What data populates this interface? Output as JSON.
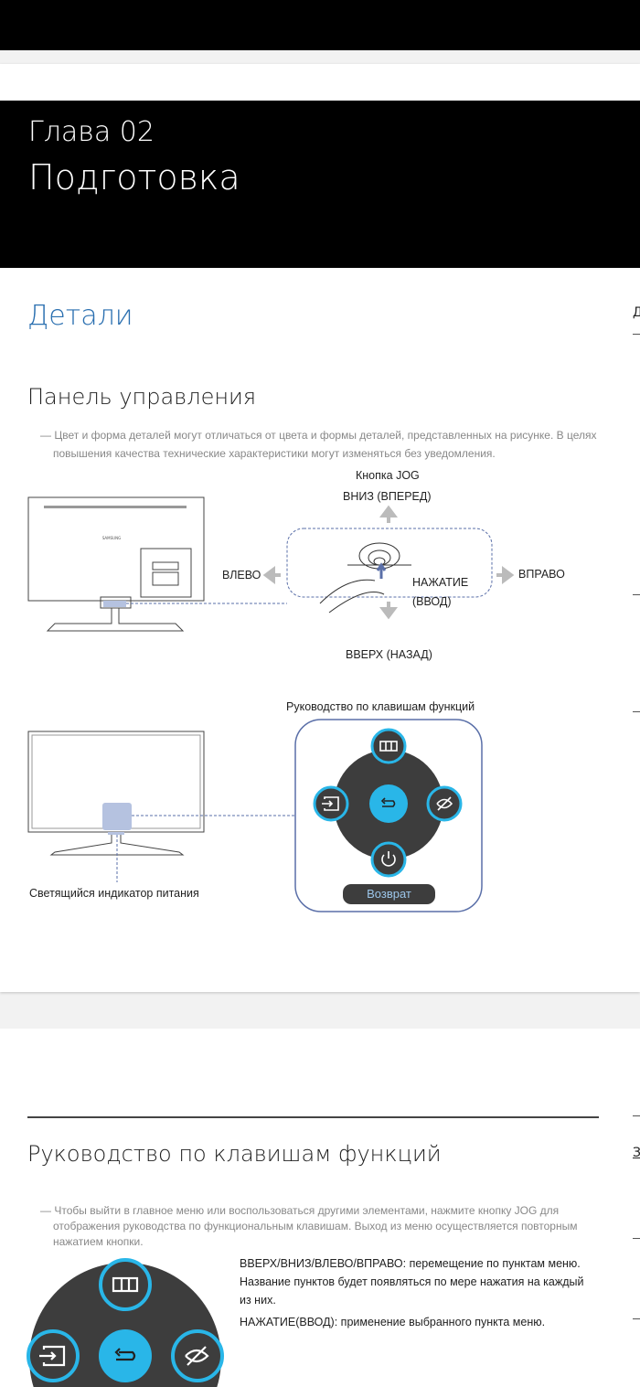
{
  "chapter": {
    "number": "Глава 02",
    "title": "Подготовка"
  },
  "section": {
    "title": "Детали"
  },
  "control_panel": {
    "title": "Панель управления",
    "note": "Цвет и форма деталей могут отличаться от цвета и формы деталей, представленных на рисунке. В целях повышения качества технические характеристики могут изменяться без уведомления.",
    "jog_label": "Кнопка JOG",
    "up_label": "ВНИЗ (ВПЕРЕД)",
    "down_label": "ВВЕРХ (НАЗАД)",
    "left_label": "ВЛЕВО",
    "right_label": "ВПРАВО",
    "press_label_1": "НАЖАТИЕ",
    "press_label_2": "(ВВОД)",
    "brand": "SAMSUNG",
    "guide_label": "Руководство по клавишам функций",
    "return_label": "Возврат",
    "power_led_label": "Светящийся индикатор питания"
  },
  "function_guide": {
    "title": "Руководство по клавишам функций",
    "note": "Чтобы выйти в главное меню или воспользоваться другими элементами, нажмите кнопку JOG для отображения руководства по функциональным клавишам. Выход из меню осуществляется повторным нажатием кнопки.",
    "para1": "ВВЕРХ/ВНИЗ/ВЛЕВО/ВПРАВО: перемещение по пунктам меню. Название пунктов будет появляться по мере нажатия на каждый из них.",
    "para2": "НАЖАТИЕ(ВВОД): применение выбранного пункта меню."
  },
  "side_column": {
    "letter1": "Д",
    "letter2": "З"
  },
  "colors": {
    "accent": "#2a6fb0",
    "button": "#29b6e8",
    "dark": "#3d3d3d"
  }
}
